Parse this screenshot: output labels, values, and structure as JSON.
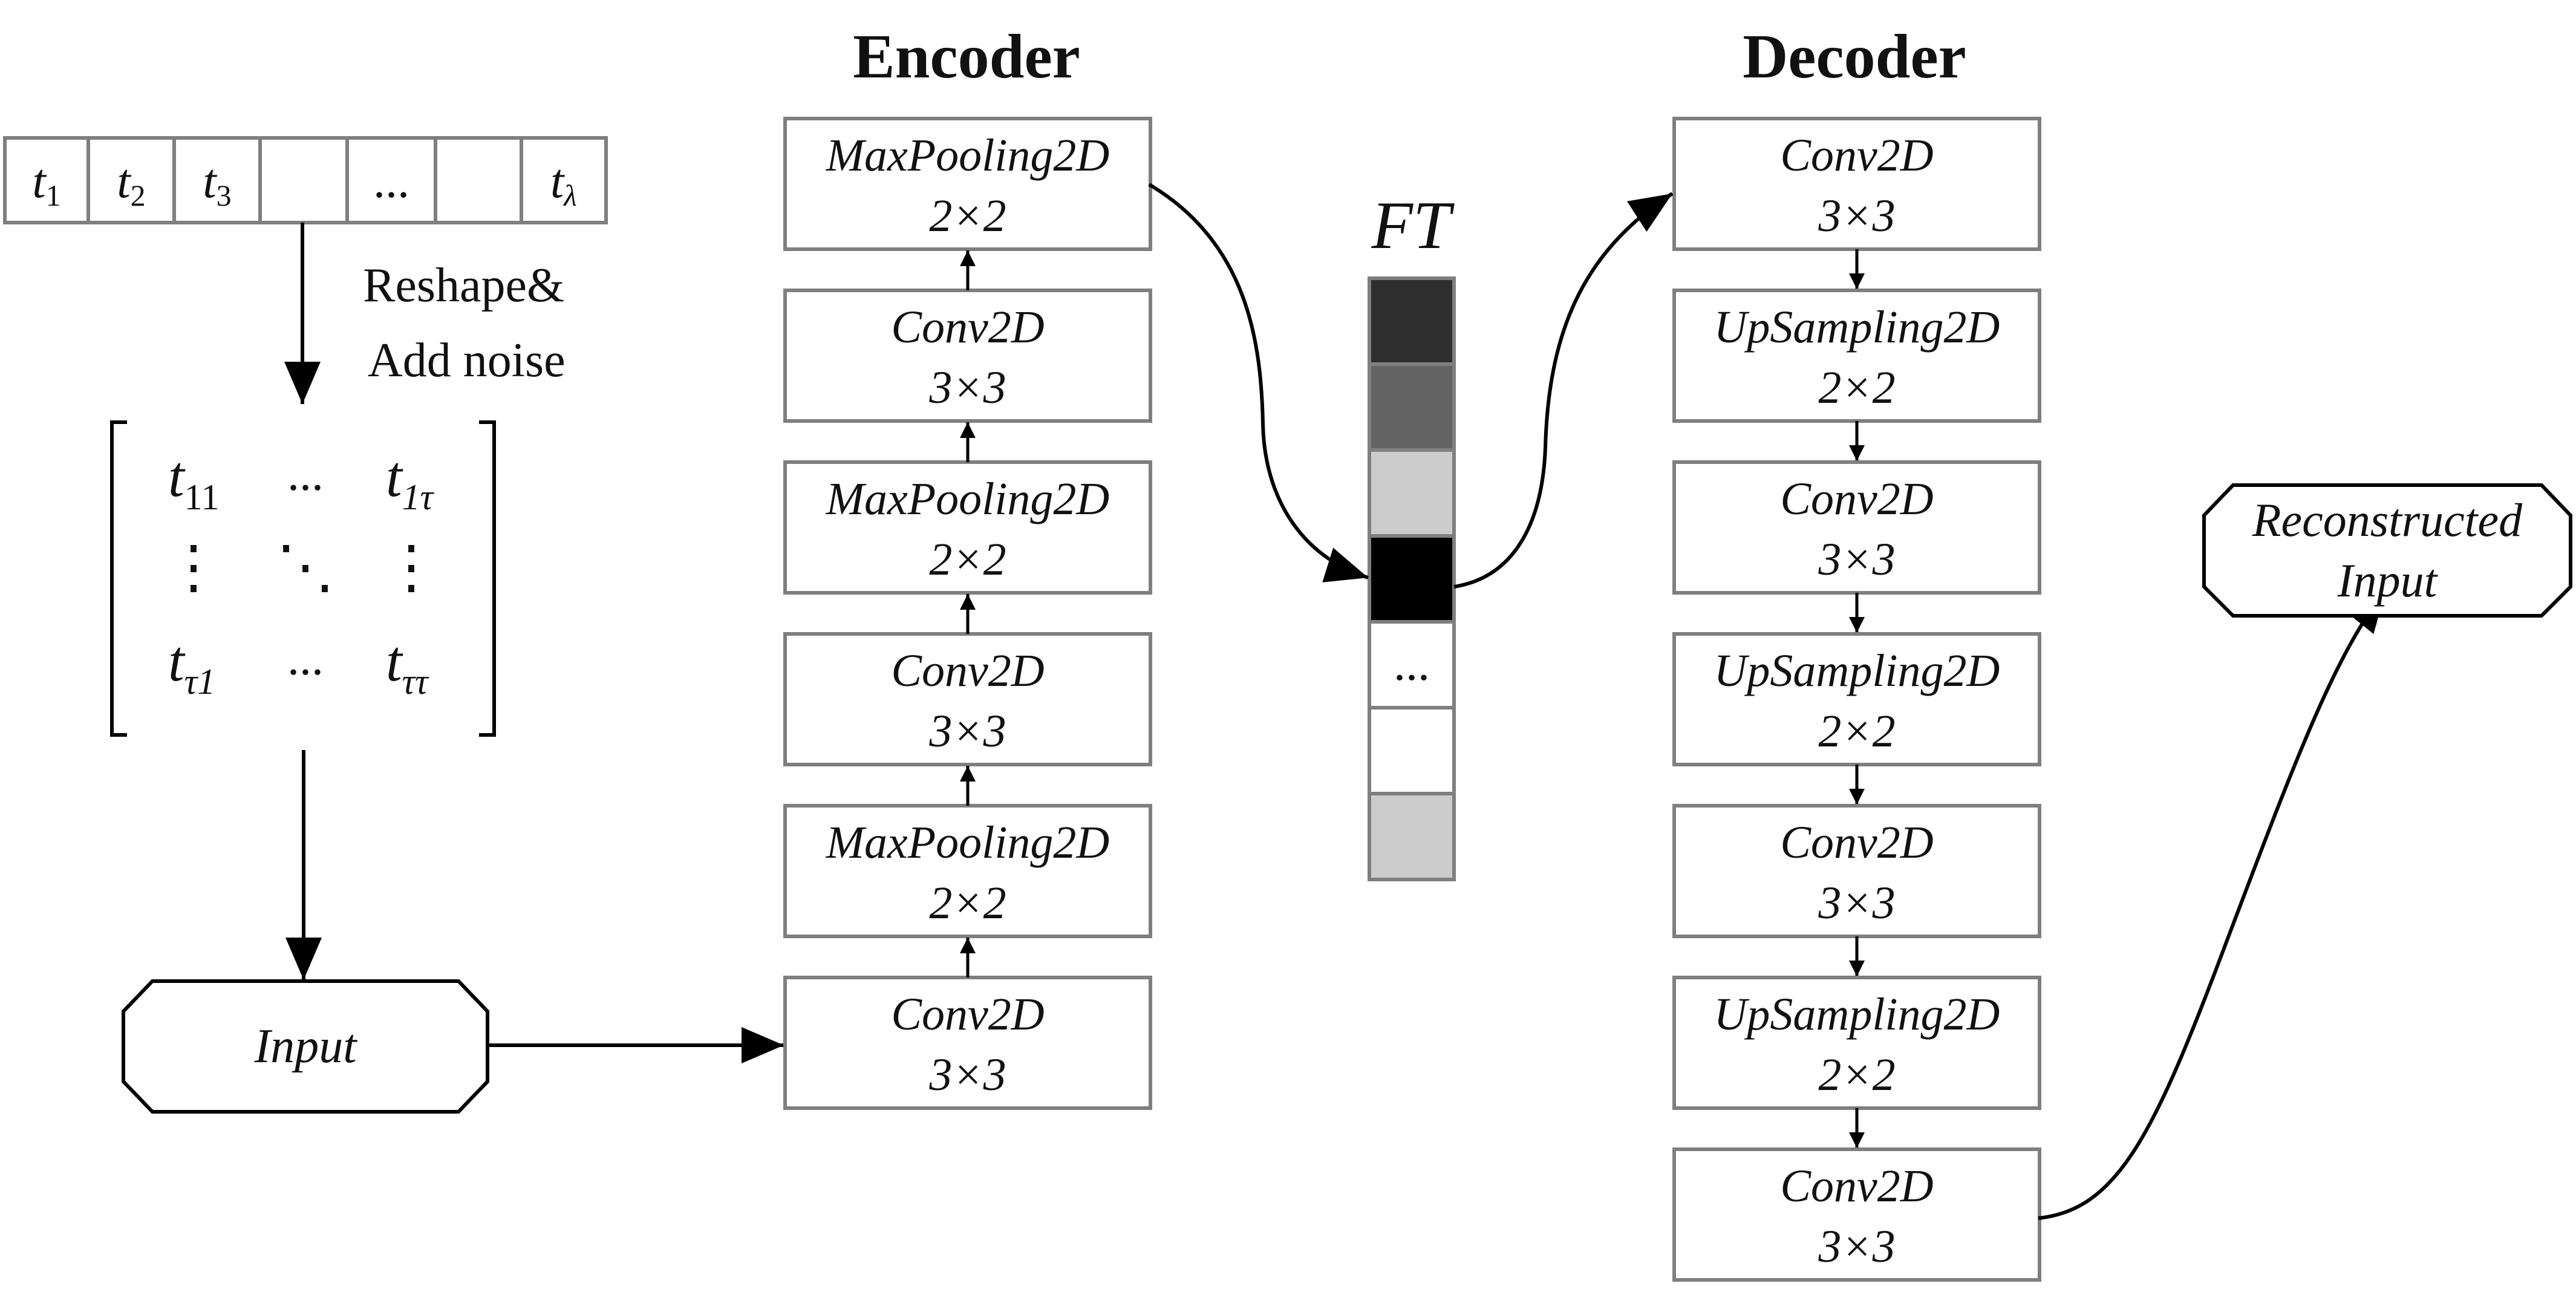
{
  "encoder": {
    "title": "Encoder",
    "layers": [
      {
        "name": "MaxPooling2D",
        "size": "2×2"
      },
      {
        "name": "Conv2D",
        "size": "3×3"
      },
      {
        "name": "MaxPooling2D",
        "size": "2×2"
      },
      {
        "name": "Conv2D",
        "size": "3×3"
      },
      {
        "name": "MaxPooling2D",
        "size": "2×2"
      },
      {
        "name": "Conv2D",
        "size": "3×3"
      }
    ]
  },
  "decoder": {
    "title": "Decoder",
    "layers": [
      {
        "name": "Conv2D",
        "size": "3×3"
      },
      {
        "name": "UpSampling2D",
        "size": "2×2"
      },
      {
        "name": "Conv2D",
        "size": "3×3"
      },
      {
        "name": "UpSampling2D",
        "size": "2×2"
      },
      {
        "name": "Conv2D",
        "size": "3×3"
      },
      {
        "name": "UpSampling2D",
        "size": "2×2"
      },
      {
        "name": "Conv2D",
        "size": "3×3"
      }
    ]
  },
  "feature": {
    "label": "FT",
    "cells": [
      {
        "color": "#2f2f2f",
        "text": ""
      },
      {
        "color": "#636363",
        "text": ""
      },
      {
        "color": "#cccccc",
        "text": ""
      },
      {
        "color": "#000000",
        "text": ""
      },
      {
        "color": "#ffffff",
        "text": "..."
      },
      {
        "color": "#ffffff",
        "text": ""
      },
      {
        "color": "#cccccc",
        "text": ""
      }
    ]
  },
  "sequence": {
    "cells": [
      {
        "base": "t",
        "sub": "1"
      },
      {
        "base": "t",
        "sub": "2"
      },
      {
        "base": "t",
        "sub": "3"
      },
      {
        "base": "",
        "sub": ""
      },
      {
        "base": "...",
        "sub": ""
      },
      {
        "base": "",
        "sub": ""
      },
      {
        "base": "t",
        "sub": "λ"
      }
    ]
  },
  "reshape_label": {
    "line1": "Reshape&",
    "line2": "Add noise"
  },
  "matrix": {
    "top_left": {
      "base": "t",
      "sub": "11"
    },
    "top_dots": "...",
    "top_right": {
      "base": "t",
      "sub": "1τ"
    },
    "mid_left": "⋮",
    "mid_center": "⋱",
    "mid_right": "⋮",
    "bottom_left": {
      "base": "t",
      "sub": "τ1"
    },
    "bottom_dots": "...",
    "bottom_right": {
      "base": "t",
      "sub": "ττ"
    }
  },
  "input": {
    "label": "Input"
  },
  "output": {
    "line1": "Reconstructed",
    "line2": "Input"
  }
}
